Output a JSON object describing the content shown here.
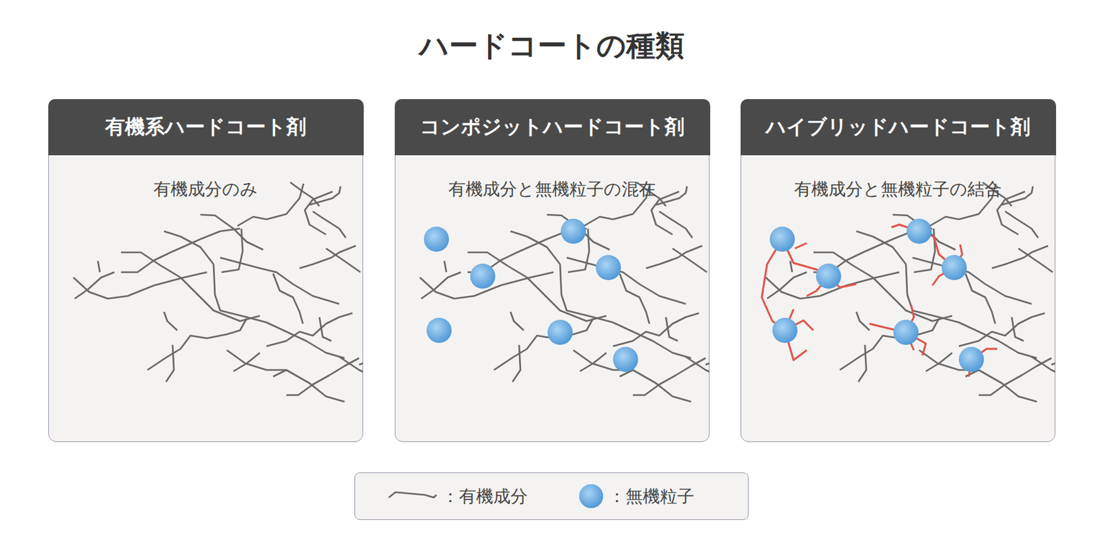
{
  "diagram": {
    "title": "ハードコートの種類",
    "nodes": [
      {
        "text": [
          "有機系ハードコート剤",
          "有機成分のみ"
        ]
      },
      {
        "text": [
          "コンポジットハードコート剤",
          "有機成分と無機粒子の混在"
        ]
      },
      {
        "text": [
          "ハイブリッドハードコート剤",
          "有機成分と無機粒子の結合"
        ]
      }
    ],
    "legend": [
      {
        "text": "：有機成分"
      },
      {
        "text": "：無機粒子",
        "color": "#6aaee2"
      }
    ]
  }
}
